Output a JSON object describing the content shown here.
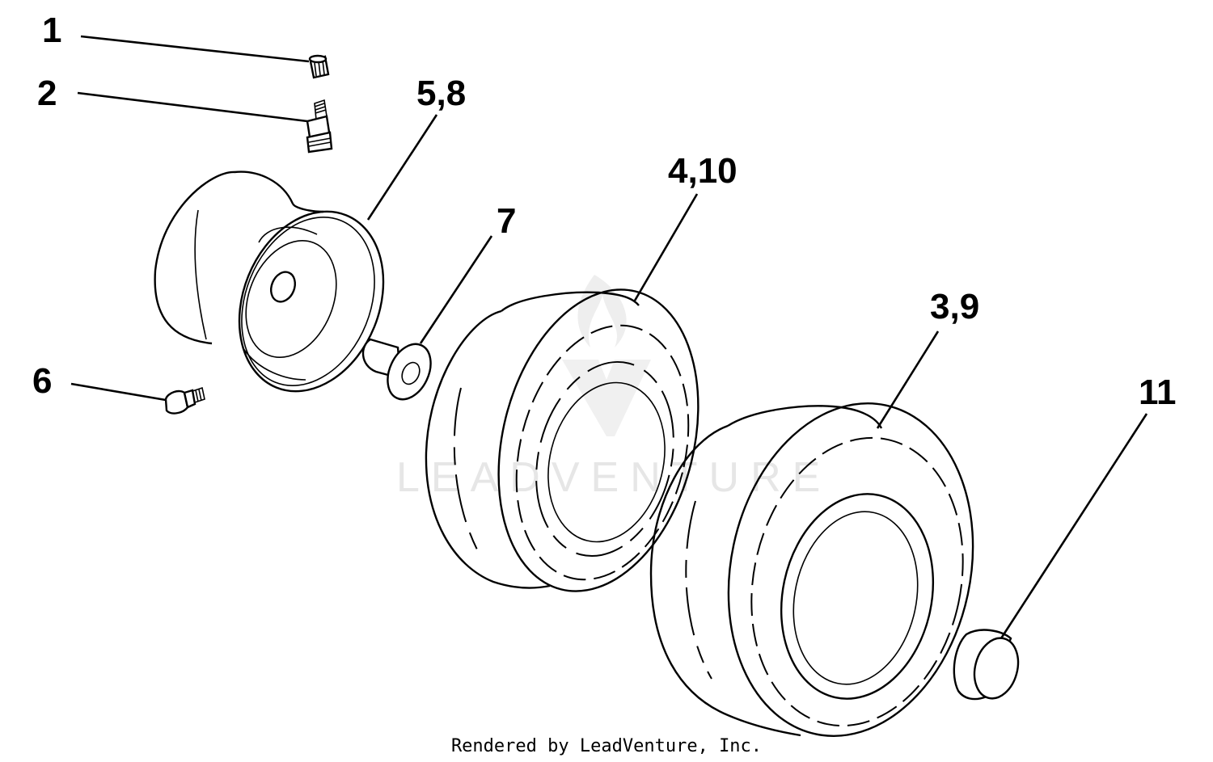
{
  "callouts": {
    "c1": "1",
    "c2": "2",
    "c58": "5,8",
    "c410": "4,10",
    "c7": "7",
    "c39": "3,9",
    "c6": "6",
    "c11": "11"
  },
  "watermark": "LEADVENTURE",
  "footer": "Rendered by LeadVenture, Inc.",
  "colors": {
    "line": "#000000",
    "background": "#ffffff",
    "watermark": "#e6e6e6"
  }
}
